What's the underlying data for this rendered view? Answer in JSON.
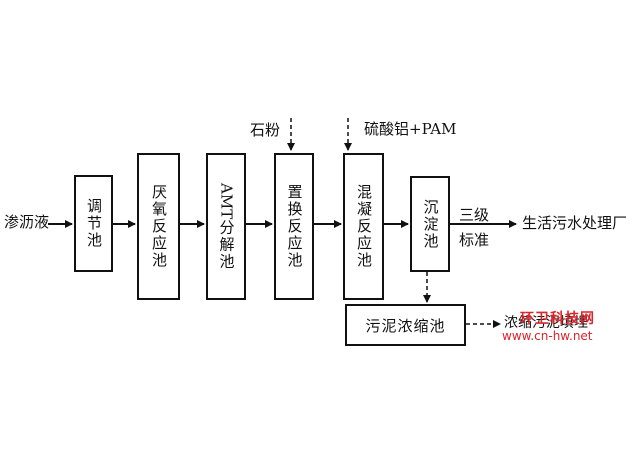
{
  "diagram": {
    "input_label": "渗沥液",
    "process_boxes": [
      {
        "label": "调节池"
      },
      {
        "label": "厌氧反应池"
      },
      {
        "latin": "AMT",
        "label": "分解池"
      },
      {
        "label": "置换反应池"
      },
      {
        "label": "混凝反应池"
      },
      {
        "label": "沉淀池"
      }
    ],
    "additive_1": "石粉",
    "additive_2": "硫酸铝+PAM",
    "standard_line1": "三级",
    "standard_line2": "标准",
    "output_label": "生活污水处理厂",
    "sludge_box": "污泥浓缩池",
    "sludge_output": "浓缩污泥填埋"
  },
  "watermark": {
    "line1": "环卫科技网",
    "line2": "www.cn-hw.net",
    "color": "#d9262b"
  }
}
